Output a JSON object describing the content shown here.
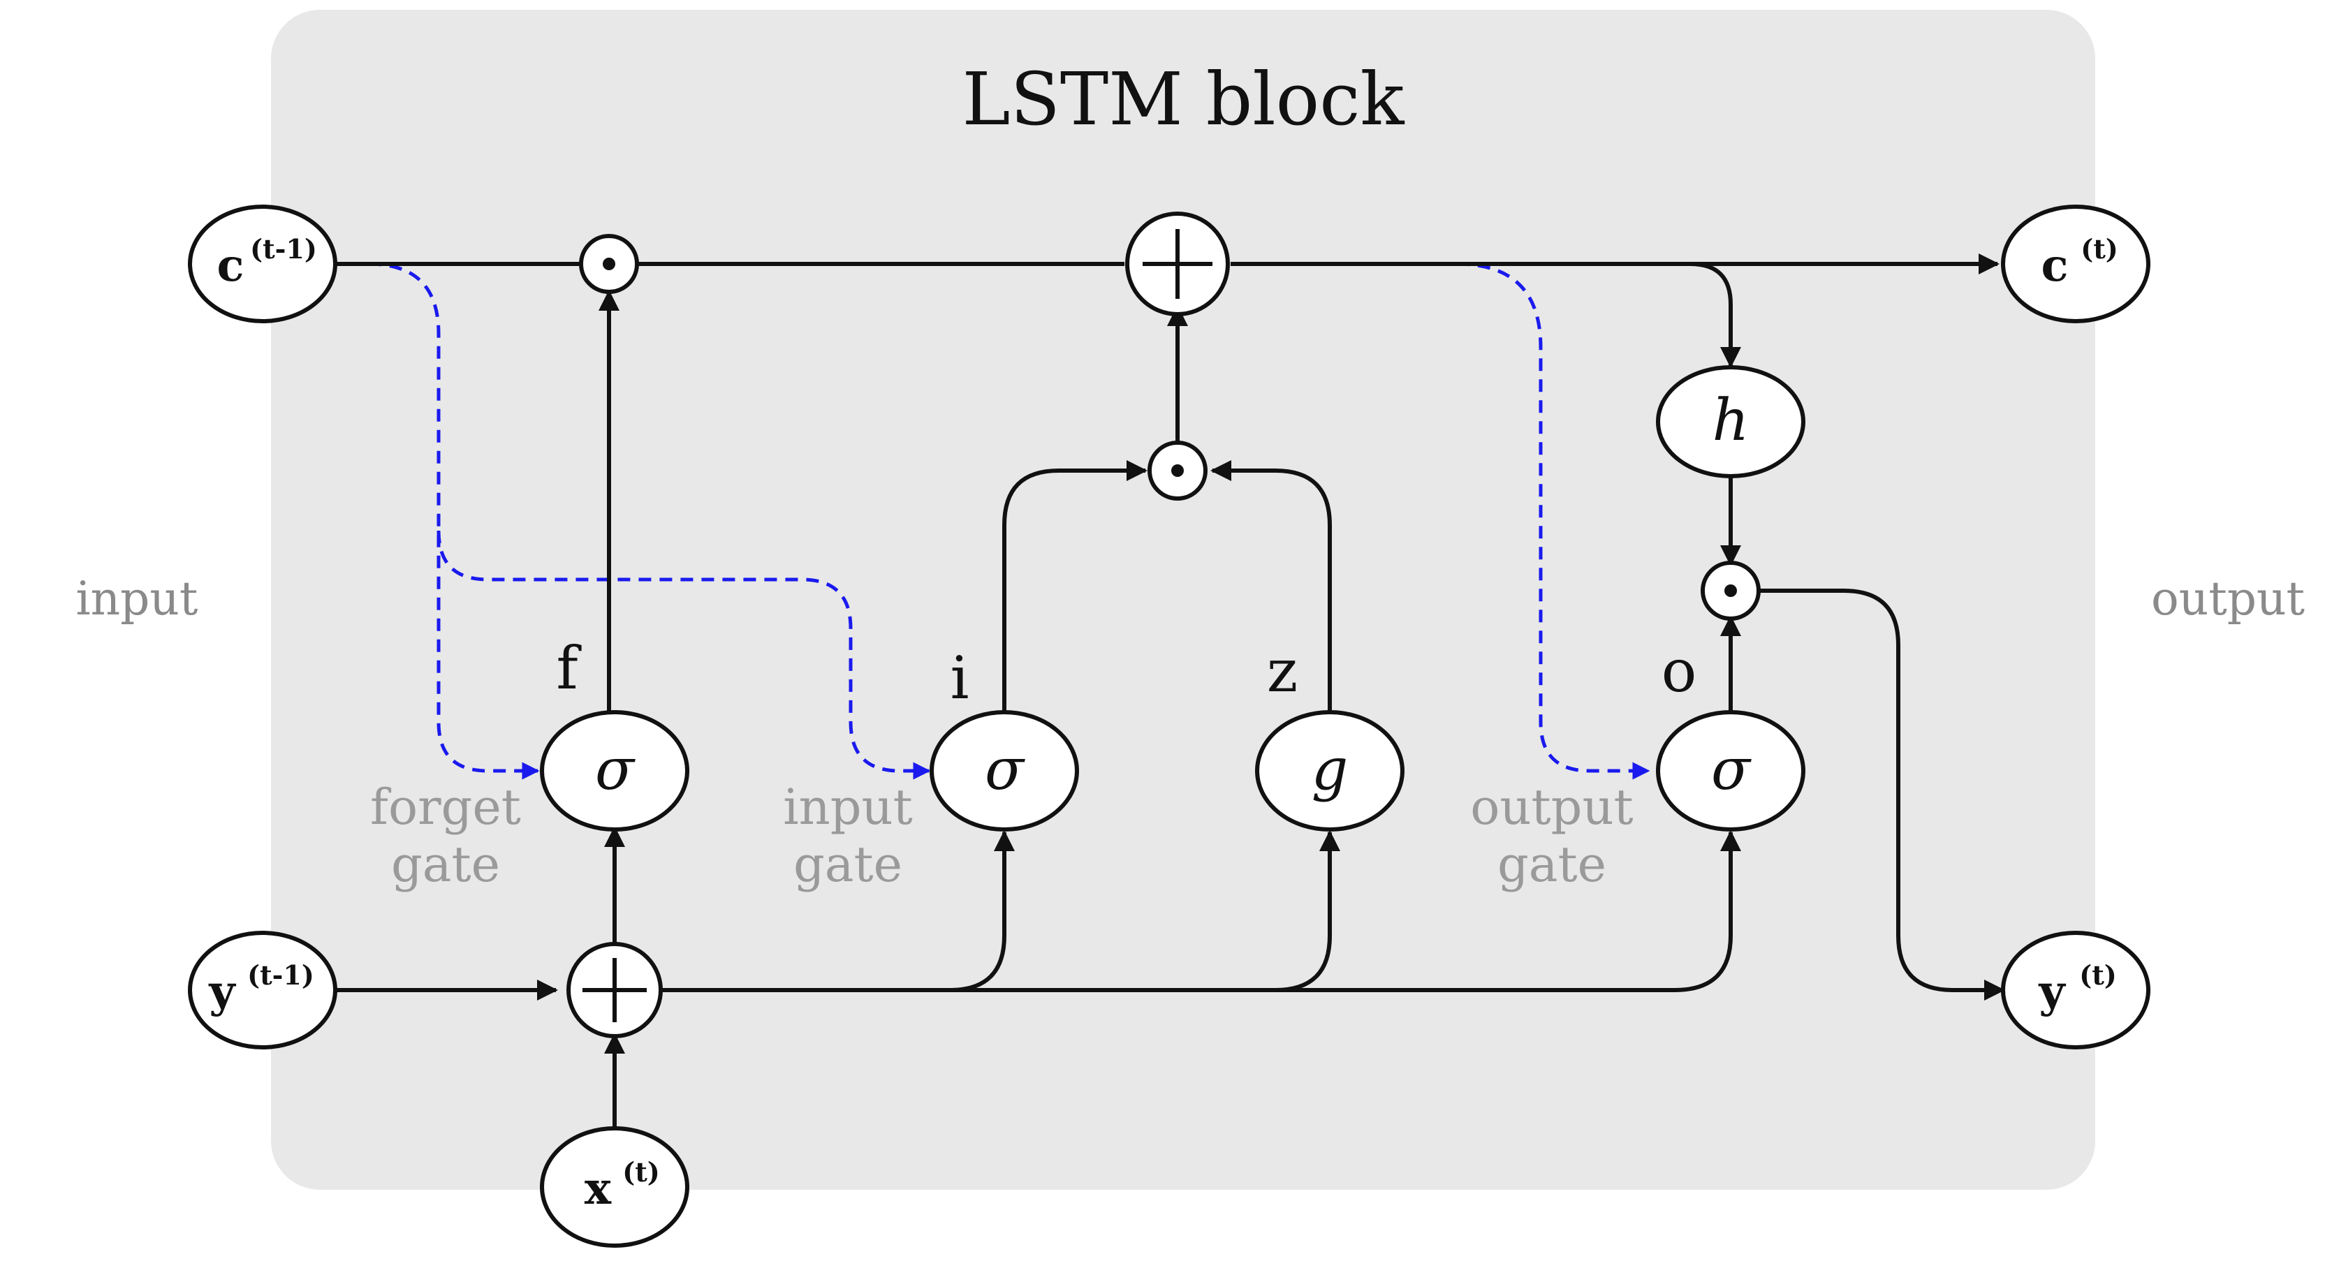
{
  "diagram": {
    "title": "LSTM block",
    "side_labels": {
      "input": "input",
      "output": "output"
    },
    "io_nodes": {
      "c_prev": {
        "main": "c",
        "sup": "(t-1)"
      },
      "c_next": {
        "main": "c",
        "sup": "(t)"
      },
      "y_prev": {
        "main": "y",
        "sup": "(t-1)"
      },
      "y_next": {
        "main": "y",
        "sup": "(t)"
      },
      "x_t": {
        "main": "x",
        "sup": "(t)"
      }
    },
    "gate_symbols": {
      "forget": "σ",
      "input": "σ",
      "output": "σ",
      "candidate": "g",
      "h": "h"
    },
    "gate_letters": {
      "forget": "f",
      "input": "i",
      "candidate": "z",
      "output": "o"
    },
    "gate_captions": {
      "forget_line1": "forget",
      "forget_line2": "gate",
      "input_line1": "input",
      "input_line2": "gate",
      "output_line1": "output",
      "output_line2": "gate"
    },
    "colors": {
      "block_background": "#e8e8e8",
      "wire": "#111111",
      "peephole": "#1a1aee",
      "caption_grey": "#9a9a9a"
    }
  }
}
